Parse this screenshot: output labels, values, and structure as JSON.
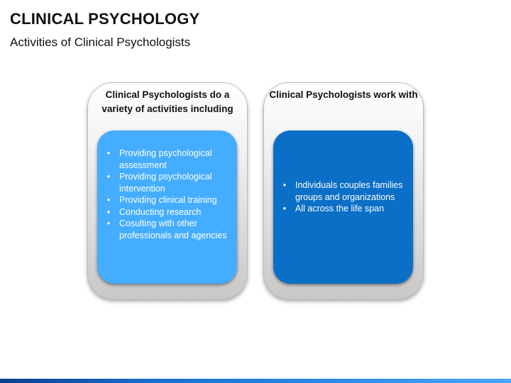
{
  "slide": {
    "title": "CLINICAL PSYCHOLOGY",
    "subtitle": "Activities of Clinical Psychologists"
  },
  "cards": [
    {
      "heading": "Clinical Psychologists  do a variety of activities including",
      "bullets": [
        "Providing psychological assessment",
        "Providing psychological intervention",
        "Providing  clinical training",
        "Conducting research",
        "Cosulting with other professionals and agencies"
      ]
    },
    {
      "heading": "Clinical Psychologists work with",
      "bullets": [
        "Individuals couples families groups and organizations",
        "All across the life span"
      ]
    }
  ],
  "colors": {
    "left_inner": "#45adff",
    "right_inner": "#0b6fc7",
    "footer_bar": "#1a6fd0"
  }
}
